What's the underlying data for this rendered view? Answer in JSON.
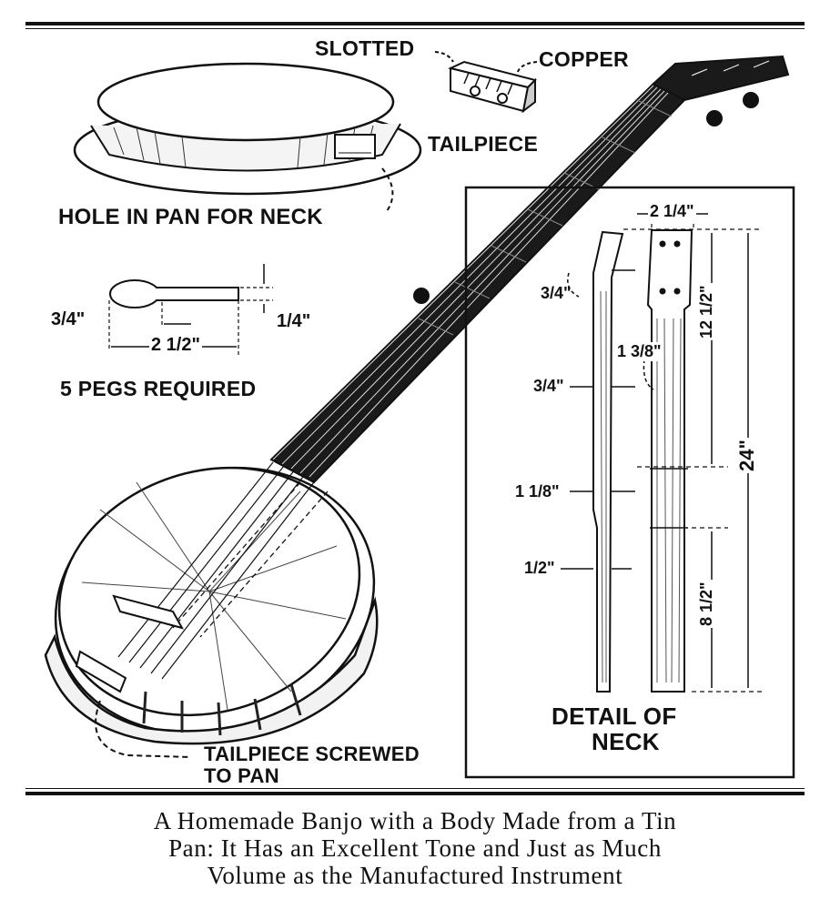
{
  "labels": {
    "slotted": "SLOTTED",
    "copper": "COPPER",
    "tailpiece": "TAILPIECE",
    "hole_in_pan": "HOLE IN PAN FOR NECK",
    "pegs_required": "5 PEGS REQUIRED",
    "tailpiece_screwed_1": "TAILPIECE SCREWED",
    "tailpiece_screwed_2": "TO PAN",
    "detail_of_neck_1": "DETAIL OF",
    "detail_of_neck_2": "NECK"
  },
  "dimensions": {
    "peg_head": "3/4\"",
    "peg_length": "2 1/2\"",
    "peg_thickness": "1/4\"",
    "neck_head_width": "2 1/4\"",
    "neck_head_thickness": "3/4\"",
    "neck_mid_width": "1 3/8\"",
    "neck_mid_thickness": "3/4\"",
    "neck_heel_thickness": "1 1/8\"",
    "neck_tip_thickness": "1/2\"",
    "neck_upper_length": "12 1/2\"",
    "neck_lower_length": "8 1/2\"",
    "neck_total_length": "24\""
  },
  "caption": {
    "line1": "A Homemade Banjo with a Body Made from a Tin",
    "line2": "Pan: It Has an Excellent Tone and Just as Much",
    "line3": "Volume as the Manufactured Instrument"
  }
}
